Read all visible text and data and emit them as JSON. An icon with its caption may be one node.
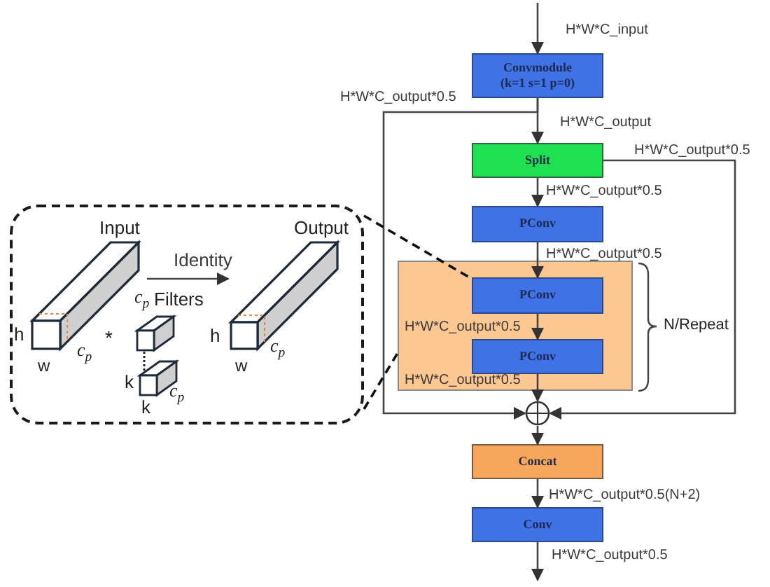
{
  "diagram": {
    "nodes": [
      {
        "text": [
          "Convmodule (k=1 s=1 p=0)"
        ]
      },
      {
        "text": [
          "Split"
        ]
      },
      {
        "text": [
          "PConv"
        ]
      },
      {
        "text": [],
        "shape": "box"
      },
      {
        "text": [
          "PConv"
        ],
        "in": 3
      },
      {
        "text": [
          "PConv"
        ],
        "in": 3
      },
      {
        "text": [],
        "shape": "circle"
      },
      {
        "text": [
          "Concat"
        ]
      },
      {
        "text": [
          "Conv"
        ]
      },
      {
        "text": [],
        "shape": "box"
      },
      {
        "text": [
          "Input"
        ],
        "in": 9
      },
      {
        "text": [
          "Output"
        ],
        "in": 9
      }
    ],
    "edges": [
      {
        "from": null,
        "to": 0,
        "arrow": "to",
        "label": "H*W*C_input"
      },
      {
        "from": 0,
        "to": 1,
        "arrow": "to",
        "label": "H*W*C_output"
      },
      {
        "from": 1,
        "to": 2,
        "arrow": "to",
        "label": "H*W*C_output*0.5"
      },
      {
        "from": 2,
        "to": 4,
        "arrow": "to",
        "label": "H*W*C_output*0.5"
      },
      {
        "from": 4,
        "to": 5,
        "arrow": "to",
        "label": "H*W*C_output*0.5"
      },
      {
        "from": 5,
        "to": 6,
        "arrow": "to",
        "label": "H*W*C_output*0.5"
      },
      {
        "from": 0,
        "to": 6,
        "arrow": "to",
        "label": "H*W*C_output*0.5"
      },
      {
        "from": 1,
        "to": 6,
        "arrow": "to",
        "label": "H*W*C_output*0.5"
      },
      {
        "from": 6,
        "to": 7,
        "arrow": "to"
      },
      {
        "from": 7,
        "to": 8,
        "arrow": "to",
        "label": "H*W*C_output*0.5(N+2)"
      },
      {
        "from": 8,
        "to": null,
        "arrow": "to",
        "label": "H*W*C_output*0.5"
      },
      {
        "from": 9,
        "to": 4,
        "arrow": "none",
        "style": "dashed"
      },
      {
        "from": 9,
        "to": 3,
        "arrow": "none",
        "style": "dashed"
      },
      {
        "from": 10,
        "to": 11,
        "arrow": "to",
        "label": "Identity"
      }
    ],
    "labels": [
      "h",
      "w",
      "*c*$_{p}$",
      "*",
      "*c*$_{p}$",
      "Filters",
      "k",
      "k",
      "*c*$_{p}$",
      "h",
      "w",
      "*c*$_{p}$",
      "N/Repeat"
    ]
  }
}
